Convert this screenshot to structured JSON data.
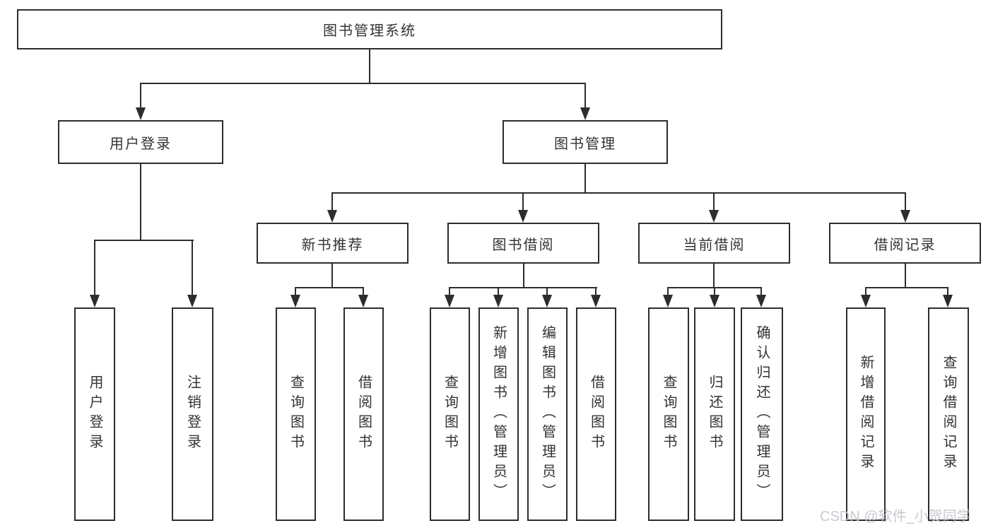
{
  "diagram": {
    "type": "hierarchy-tree",
    "colors": {
      "line": "#2d2d2d",
      "box_border": "#2d2d2d",
      "box_fill": "#ffffff",
      "text": "#333333",
      "background": "#ffffff",
      "watermark_text": "#c4c7cd"
    },
    "tree": {
      "root": {
        "label": "图书管理系统",
        "children": [
          {
            "label": "用户登录",
            "children": [
              {
                "label": "用户登录"
              },
              {
                "label": "注销登录"
              }
            ]
          },
          {
            "label": "图书管理",
            "children": [
              {
                "label": "新书推荐",
                "children": [
                  {
                    "label": "查询图书"
                  },
                  {
                    "label": "借阅图书"
                  }
                ]
              },
              {
                "label": "图书借阅",
                "children": [
                  {
                    "label": "查询图书"
                  },
                  {
                    "label": "新增图书（管理员）"
                  },
                  {
                    "label": "编辑图书（管理员）"
                  },
                  {
                    "label": "借阅图书"
                  }
                ]
              },
              {
                "label": "当前借阅",
                "children": [
                  {
                    "label": "查询图书"
                  },
                  {
                    "label": "归还图书"
                  },
                  {
                    "label": "确认归还（管理员）"
                  }
                ]
              },
              {
                "label": "借阅记录",
                "children": [
                  {
                    "label": "新增借阅记录"
                  },
                  {
                    "label": "查询借阅记录"
                  }
                ]
              }
            ]
          }
        ]
      }
    }
  },
  "watermark": {
    "text": "CSDN @软件_小贺同学"
  }
}
